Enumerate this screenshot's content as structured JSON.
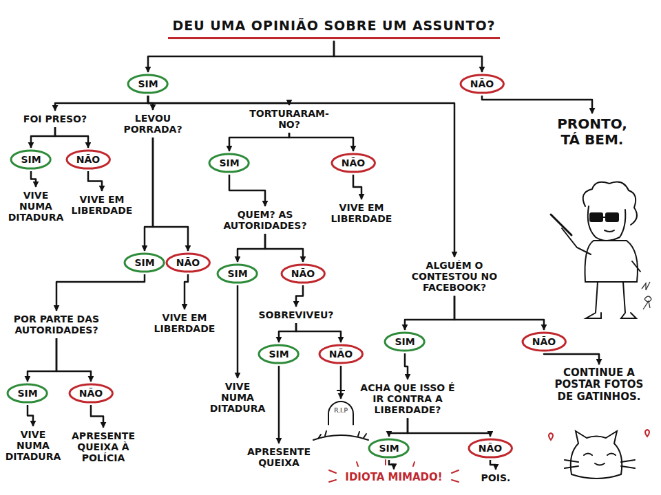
{
  "diagram": {
    "nodes": [
      {
        "text": [
          "DEU UMA OPINIÃO SOBRE UM ASSUNTO?"
        ]
      },
      {
        "text": [
          "SIM"
        ]
      },
      {
        "text": [
          "NÃO"
        ]
      },
      {
        "text": [
          "PRONTO, TÁ BEM."
        ]
      },
      {
        "text": [
          "FOI PRESO?"
        ]
      },
      {
        "text": [
          "LEVOU PORRADA?"
        ]
      },
      {
        "text": [
          "TORTURARAM-NO?"
        ]
      },
      {
        "text": [
          "ALGUÉM O CONTESTOU NO FACEBOOK?"
        ]
      },
      {
        "text": [
          "SIM"
        ]
      },
      {
        "text": [
          "NÃO"
        ]
      },
      {
        "text": [
          "VIVE NUMA DITADURA"
        ]
      },
      {
        "text": [
          "VIVE EM LIBERDADE"
        ]
      },
      {
        "text": [
          "SIM"
        ]
      },
      {
        "text": [
          "NÃO"
        ]
      },
      {
        "text": [
          "POR PARTE DAS AUTORIDADES?"
        ]
      },
      {
        "text": [
          "VIVE EM LIBERDADE"
        ]
      },
      {
        "text": [
          "SIM"
        ]
      },
      {
        "text": [
          "NÃO"
        ]
      },
      {
        "text": [
          "VIVE NUMA DITADURA"
        ]
      },
      {
        "text": [
          "APRESENTE QUEIXA À POLÍCIA"
        ]
      },
      {
        "text": [
          "SIM"
        ]
      },
      {
        "text": [
          "NÃO"
        ]
      },
      {
        "text": [
          "QUEM? AS AUTORIDADES?"
        ]
      },
      {
        "text": [
          "VIVE EM LIBERDADE"
        ]
      },
      {
        "text": [
          "SIM"
        ]
      },
      {
        "text": [
          "NÃO"
        ]
      },
      {
        "text": [
          "VIVE NUMA DITADURA"
        ]
      },
      {
        "text": [
          "SOBREVIVEU?"
        ]
      },
      {
        "text": [
          "SIM"
        ]
      },
      {
        "text": [
          "NÃO"
        ]
      },
      {
        "text": [
          "APRESENTE QUEIXA"
        ]
      },
      {
        "text": [
          "R.I.P"
        ]
      },
      {
        "text": [
          "SIM"
        ]
      },
      {
        "text": [
          "NÃO"
        ]
      },
      {
        "text": [
          "ACHA QUE ISSO É IR CONTRA A LIBERDADE?"
        ]
      },
      {
        "text": [
          "CONTINUE A POSTAR FOTOS DE GATINHOS."
        ]
      },
      {
        "text": [
          "SIM"
        ]
      },
      {
        "text": [
          "NÃO"
        ]
      },
      {
        "text": [
          "IDIOTA MIMADO!"
        ]
      },
      {
        "text": [
          "POIS."
        ]
      }
    ],
    "edges": [
      {
        "from": 0,
        "to": 1,
        "arrow": "to"
      },
      {
        "from": 0,
        "to": 2,
        "arrow": "to"
      },
      {
        "from": 2,
        "to": 3,
        "arrow": "to"
      },
      {
        "from": 1,
        "to": 4,
        "arrow": "to"
      },
      {
        "from": 1,
        "to": 5,
        "arrow": "to"
      },
      {
        "from": 1,
        "to": 6,
        "arrow": "to"
      },
      {
        "from": 1,
        "to": 7,
        "arrow": "to"
      },
      {
        "from": 4,
        "to": 8,
        "arrow": "to"
      },
      {
        "from": 4,
        "to": 9,
        "arrow": "to"
      },
      {
        "from": 8,
        "to": 10,
        "arrow": "to"
      },
      {
        "from": 9,
        "to": 11,
        "arrow": "to"
      },
      {
        "from": 5,
        "to": 12,
        "arrow": "to"
      },
      {
        "from": 5,
        "to": 13,
        "arrow": "to"
      },
      {
        "from": 12,
        "to": 14,
        "arrow": "to"
      },
      {
        "from": 13,
        "to": 15,
        "arrow": "to"
      },
      {
        "from": 14,
        "to": 16,
        "arrow": "to"
      },
      {
        "from": 14,
        "to": 17,
        "arrow": "to"
      },
      {
        "from": 16,
        "to": 18,
        "arrow": "to"
      },
      {
        "from": 17,
        "to": 19,
        "arrow": "to"
      },
      {
        "from": 6,
        "to": 20,
        "arrow": "to"
      },
      {
        "from": 6,
        "to": 21,
        "arrow": "to"
      },
      {
        "from": 20,
        "to": 22,
        "arrow": "to"
      },
      {
        "from": 21,
        "to": 23,
        "arrow": "to"
      },
      {
        "from": 22,
        "to": 24,
        "arrow": "to"
      },
      {
        "from": 22,
        "to": 25,
        "arrow": "to"
      },
      {
        "from": 24,
        "to": 26,
        "arrow": "to"
      },
      {
        "from": 25,
        "to": 27,
        "arrow": "to"
      },
      {
        "from": 27,
        "to": 28,
        "arrow": "to"
      },
      {
        "from": 27,
        "to": 29,
        "arrow": "to"
      },
      {
        "from": 28,
        "to": 30,
        "arrow": "to"
      },
      {
        "from": 29,
        "to": 31,
        "arrow": "to"
      },
      {
        "from": 7,
        "to": 32,
        "arrow": "to"
      },
      {
        "from": 7,
        "to": 33,
        "arrow": "to"
      },
      {
        "from": 32,
        "to": 34,
        "arrow": "to"
      },
      {
        "from": 33,
        "to": 35,
        "arrow": "to"
      },
      {
        "from": 34,
        "to": 36,
        "arrow": "to"
      },
      {
        "from": 34,
        "to": 37,
        "arrow": "to"
      },
      {
        "from": 36,
        "to": 38,
        "arrow": "to"
      },
      {
        "from": 37,
        "to": 39,
        "arrow": "to"
      }
    ]
  }
}
